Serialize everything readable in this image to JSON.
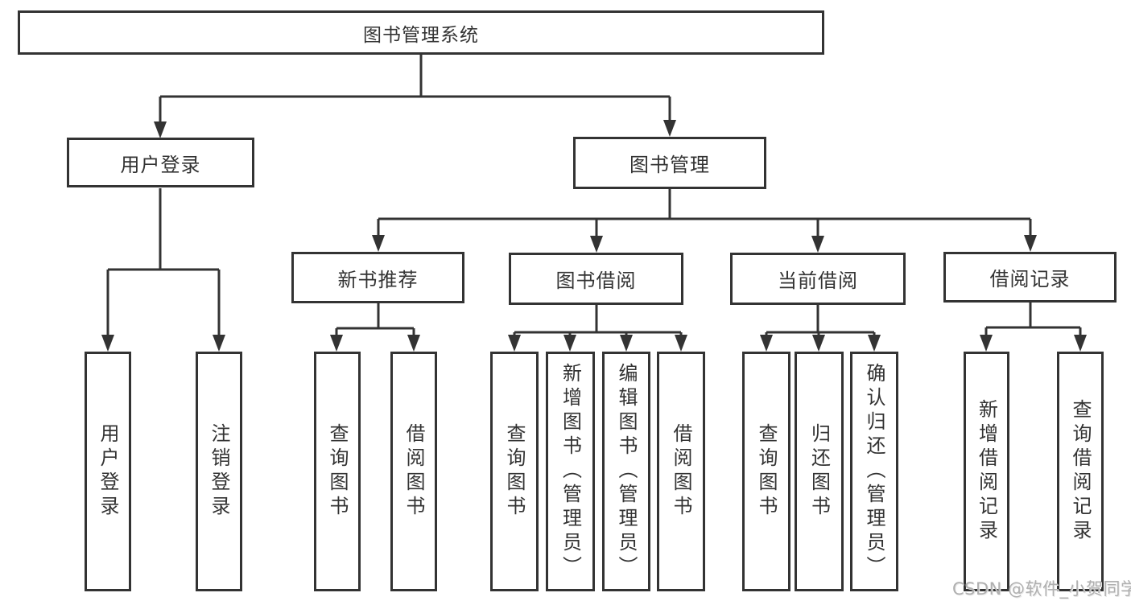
{
  "diagram": {
    "title": "图书管理系统",
    "type": "function-structure-tree",
    "colors": {
      "line": "#333333",
      "box_border": "#333333",
      "box_background": "#ffffff",
      "text": "#333333",
      "watermark_text": "#b0b0b0"
    },
    "nodes": {
      "root": {
        "label": "图书管理系统"
      },
      "level2": [
        {
          "label": "用户登录"
        },
        {
          "label": "图书管理"
        }
      ],
      "level3": [
        {
          "label": "新书推荐"
        },
        {
          "label": "图书借阅"
        },
        {
          "label": "当前借阅"
        },
        {
          "label": "借阅记录"
        }
      ],
      "leaves": [
        {
          "label": "用户登录",
          "parent": "用户登录"
        },
        {
          "label": "注销登录",
          "parent": "用户登录"
        },
        {
          "label": "查询图书",
          "parent": "新书推荐"
        },
        {
          "label": "借阅图书",
          "parent": "新书推荐"
        },
        {
          "label": "查询图书",
          "parent": "图书借阅"
        },
        {
          "label": "新增图书（管理员）",
          "parent": "图书借阅"
        },
        {
          "label": "编辑图书（管理员）",
          "parent": "图书借阅"
        },
        {
          "label": "借阅图书",
          "parent": "图书借阅"
        },
        {
          "label": "查询图书",
          "parent": "当前借阅"
        },
        {
          "label": "归还图书",
          "parent": "当前借阅"
        },
        {
          "label": "确认归还（管理员）",
          "parent": "当前借阅"
        },
        {
          "label": "新增借阅记录",
          "parent": "借阅记录"
        },
        {
          "label": "查询借阅记录",
          "parent": "借阅记录"
        }
      ]
    },
    "watermark": "CSDN @软件_小贺同学"
  }
}
